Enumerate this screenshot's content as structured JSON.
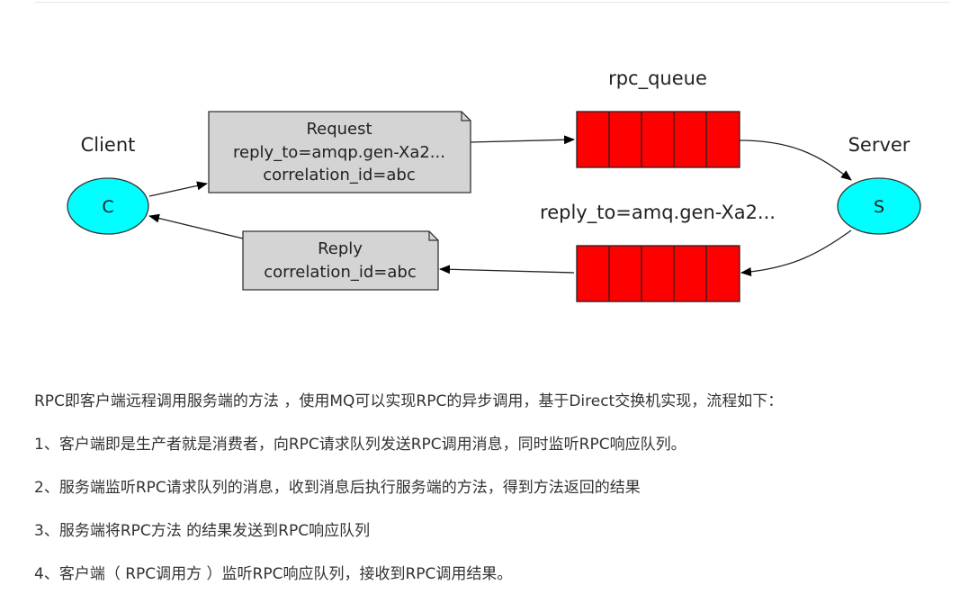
{
  "diagram": {
    "client_label": "Client",
    "server_label": "Server",
    "client_node": "C",
    "server_node": "S",
    "request_message": {
      "title": "Request",
      "reply_to": "reply_to=amqp.gen-Xa2...",
      "correlation_id": "correlation_id=abc"
    },
    "reply_message": {
      "title": "Reply",
      "correlation_id": "correlation_id=abc"
    },
    "rpc_queue_label": "rpc_queue",
    "reply_queue_label": "reply_to=amq.gen-Xa2...",
    "colors": {
      "node_fill": "#00ffff",
      "queue_fill": "#ff0000",
      "message_fill": "#d4d4d4"
    }
  },
  "paragraphs": [
    "RPC即客户端远程调用服务端的方法 ，使用MQ可以实现RPC的异步调用，基于Direct交换机实现，流程如下：",
    "1、客户端即是生产者就是消费者，向RPC请求队列发送RPC调用消息，同时监听RPC响应队列。",
    "2、服务端监听RPC请求队列的消息，收到消息后执行服务端的方法，得到方法返回的结果",
    "3、服务端将RPC方法 的结果发送到RPC响应队列",
    "4、客户端（ RPC调用方 ）监听RPC响应队列，接收到RPC调用结果。"
  ]
}
